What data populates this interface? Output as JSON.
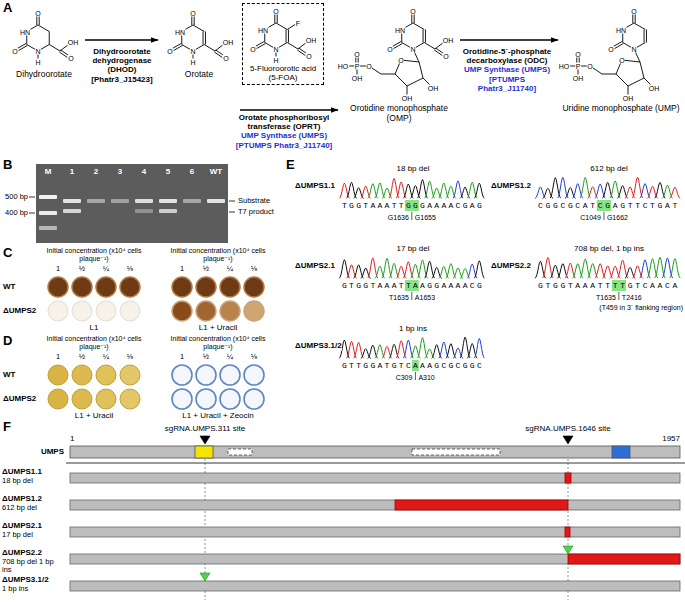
{
  "diagram": {
    "nodes": [
      {
        "text": [
          "Dihydroorotate"
        ]
      },
      {
        "text": [
          "Orotate"
        ]
      },
      {
        "text": [
          "5-Fluoroorotic acid (5-FOA)"
        ]
      },
      {
        "text": [
          "Orotidine monophosphate (OMP)"
        ]
      },
      {
        "text": [
          "Uridine monophosphate (UMP)"
        ]
      }
    ],
    "edges": [
      {
        "from": 0,
        "to": 1,
        "arrow": "to",
        "label": "Dihydroorotate dehydrogenase (DHOD)"
      },
      {
        "from": 1,
        "to": 3,
        "arrow": "to",
        "label": "Orotate phosphoribosyl transferase (OPRT)"
      },
      {
        "from": 3,
        "to": 4,
        "arrow": "to",
        "label": "Orotidine-5`-phosphate decarboxylase (ODC)"
      }
    ],
    "labels": [
      "A",
      "B",
      "C",
      "D",
      "E",
      "F",
      "[Phatr3_J15423]",
      "UMP Synthase (UMPS)",
      "[PTUMPS Phatr3_J11740]",
      "UMP Synthase (UMPS)",
      "[PTUMPS Phatr3_J11740]",
      "O",
      "HN",
      "O",
      "N",
      "H",
      "O",
      "OH",
      "O",
      "HN",
      "O",
      "N",
      "H",
      "O",
      "OH",
      "O",
      "HN",
      "O",
      "N",
      "H",
      "O",
      "OH",
      "F",
      "O",
      "HN",
      "O",
      "N",
      "O",
      "OH",
      "O",
      "OH",
      "OH",
      "O",
      "P",
      "O",
      "HO",
      "OH",
      "O",
      "HN",
      "O",
      "N",
      "O",
      "OH",
      "OH",
      "O",
      "P",
      "O",
      "HO",
      "OH",
      "M",
      "1",
      "2",
      "3",
      "4",
      "5",
      "6",
      "WT",
      "500 bp",
      "400 bp",
      "Substrate",
      "T7 product",
      "Initial concentration (x10⁴ cells plaque⁻¹)",
      "Initial concentration (x10⁴ cells plaque⁻¹)",
      "1",
      "½",
      "¼",
      "⅛",
      "1",
      "½",
      "¼",
      "⅛",
      "WT",
      "ΔUMPS2",
      "L1",
      "L1 + Uracil",
      "Initial concentration (x10⁴ cells plaque⁻¹)",
      "Initial concentration (x10⁴ cells plaque⁻¹)",
      "1",
      "½",
      "¼",
      "⅛",
      "1",
      "½",
      "¼",
      "⅛",
      "WT",
      "ΔUMPS2",
      "L1 + Uracil",
      "L1 + Uracil + Zeocin",
      "18 bp del",
      "ΔUMPS1.1",
      "TGGTAAATTGGGAAAACGAG",
      "G1636",
      "G1655",
      "612 bp del",
      "ΔUMPS1.2",
      "CGGCGCATCGAGTTCTGAT",
      "C1049",
      "G1662",
      "17 bp del",
      "ΔUMPS2.1",
      "GTGGTAAATTAAGGAAAACG",
      "T1635",
      "A1653",
      "708 bp del, 1 bp ins",
      "ΔUMPS2.2",
      "GTGGTAAATTTTGTCAACA",
      "T1635",
      "T2416",
      "(T459 in 3` flanking region)",
      "1 bp ins",
      "ΔUMPS3.1/2",
      "GTTGGATGTCAAAGCGCGGC",
      "C309",
      "A310",
      "sgRNA.UMPS.311 site",
      "sgRNA.UMPS.1646 site",
      "1",
      "1957",
      "UMPS",
      "ΔUMPS1.1",
      "18 bp del",
      "ΔUMPS1.2",
      "612 bp del",
      "ΔUMPS2.1",
      "17 bp del",
      "ΔUMPS2.2",
      "708 bp del 1 bp ins",
      "ΔUMPS3.1/2",
      "1 bp ins"
    ]
  }
}
